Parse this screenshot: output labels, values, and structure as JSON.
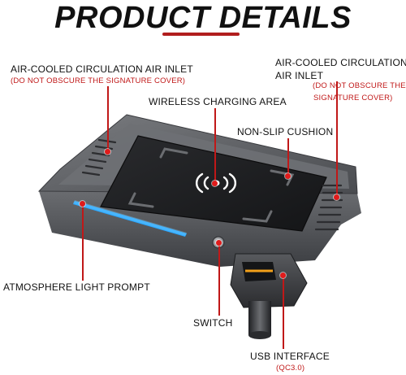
{
  "title": "PRODUCT DETAILS",
  "labels": {
    "left_inlet_title": "AIR-COOLED CIRCULATION AIR INLET",
    "left_inlet_note": "(DO NOT OBSCURE THE SIGNATURE COVER)",
    "right_inlet_title_line1": "AIR-COOLED CIRCULATION",
    "right_inlet_title_line2": "AIR INLET",
    "right_inlet_note_line1": "(DO NOT OBSCURE THE",
    "right_inlet_note_line2": "SIGNATURE COVER)",
    "wireless_charging": "WIRELESS CHARGING AREA",
    "non_slip": "NON-SLIP CUSHION",
    "atmosphere": "ATMOSPHERE LIGHT PROMPT",
    "switch": "SWITCH",
    "usb_interface": "USB INTERFACE",
    "usb_note": "(QC3.0)"
  },
  "colors": {
    "accent_red": "#c01818",
    "device_gray": "#6d6f73",
    "pad_black": "#1b1c1e",
    "light_blue": "#2aa7ff"
  },
  "icons": {
    "wireless": "wireless-charging-icon"
  }
}
